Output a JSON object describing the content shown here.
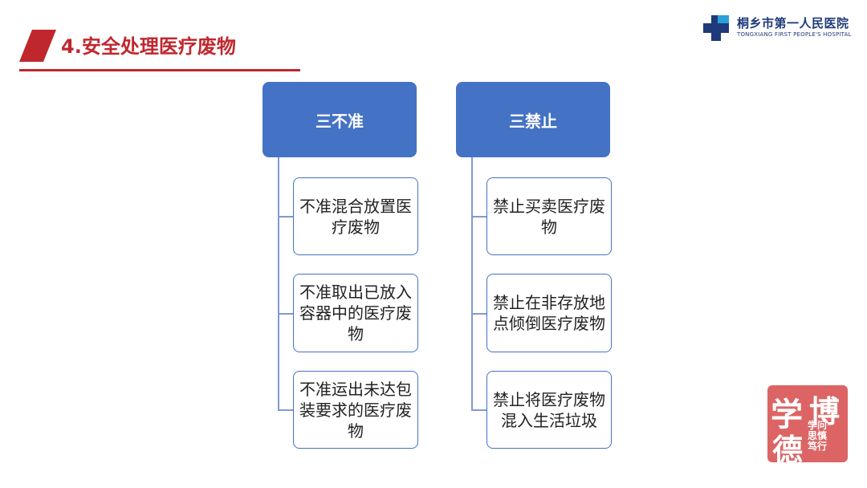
{
  "title": "4.安全处理医疗废物",
  "logo": {
    "name_cn": "桐乡市第一人民医院",
    "name_en": "TONGXIANG FIRST PEOPLE'S HOSPITAL"
  },
  "groups": [
    {
      "header": "三不准",
      "items": [
        "不准混合放置医疗废物",
        "不准取出已放入容器中的医疗废物",
        "不准运出未达包装要求的医疗废物"
      ]
    },
    {
      "header": "三禁止",
      "items": [
        "禁止买卖医疗废物",
        "禁止在非存放地点倾倒医疗废物",
        "禁止将医疗废物混入生活垃圾"
      ]
    }
  ],
  "seal": {
    "chars": [
      "学",
      "博",
      "德",
      "学",
      "问",
      "思",
      "慎",
      "笃",
      "行"
    ]
  },
  "colors": {
    "accent": "#c0272d",
    "box_blue": "#4472c4",
    "logo_blue": "#1f3a7a",
    "seal_red": "#d84f4f"
  }
}
